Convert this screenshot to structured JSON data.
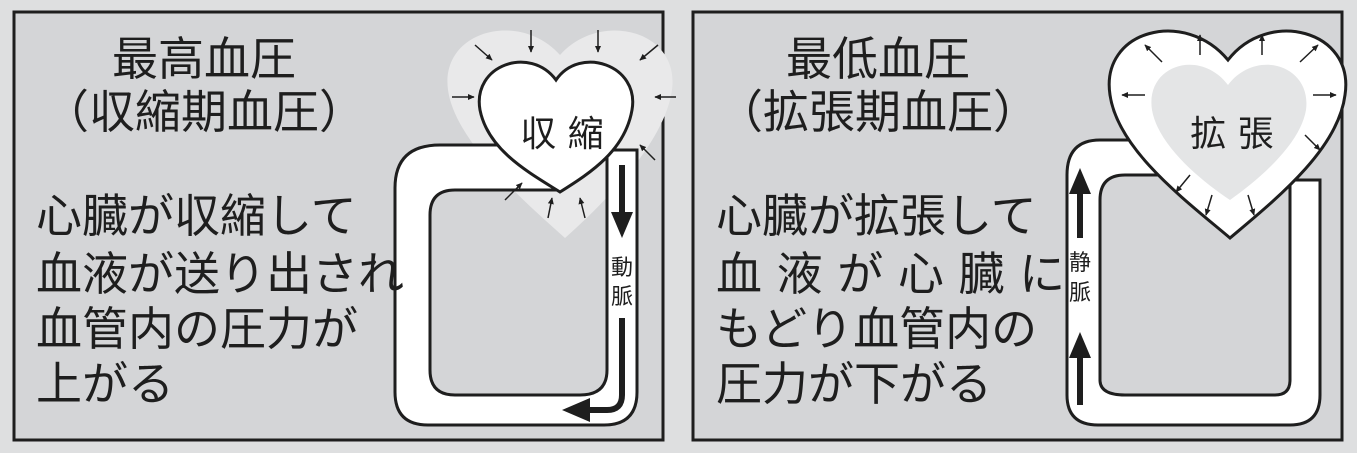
{
  "colors": {
    "background": "#dedfe0",
    "panel_fill": "#d4d5d7",
    "heart_light": "#e9e9ea",
    "white": "#ffffff",
    "ink": "#1e1e1e"
  },
  "systolic": {
    "title_lines": [
      "最高血圧",
      "（収縮期血圧）"
    ],
    "description_lines": [
      "心臓が収縮して",
      "血液が送り出され",
      "血管内の圧力が",
      "上がる"
    ],
    "heart_label": "収 縮",
    "vessel_label_chars": [
      "動",
      "脈"
    ]
  },
  "diastolic": {
    "title_lines": [
      "最低血圧",
      "（拡張期血圧）"
    ],
    "description_lines": [
      "心臓が拡張して",
      "血 液 が 心 臓 に",
      "もどり血管内の",
      "圧力が下がる"
    ],
    "heart_label": "拡 張",
    "vessel_label_chars": [
      "静",
      "脈"
    ]
  }
}
